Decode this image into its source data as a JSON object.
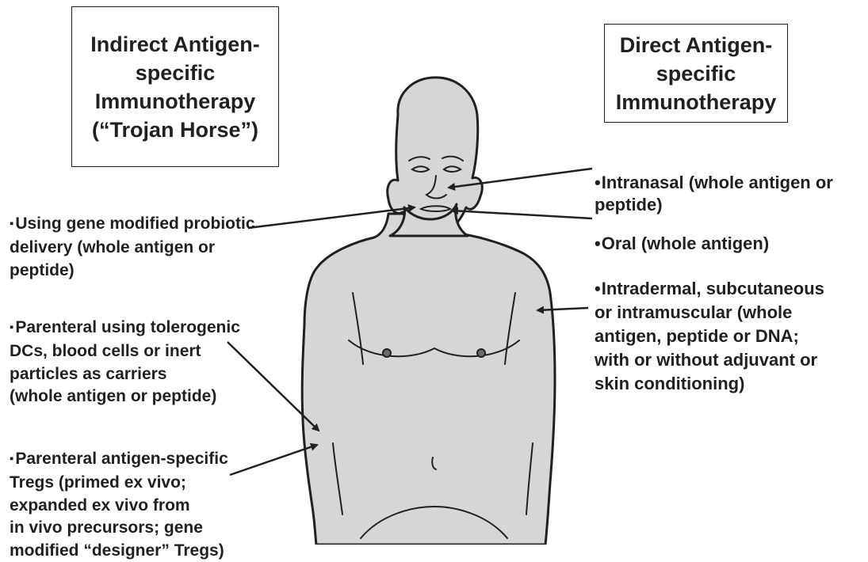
{
  "headings": {
    "indirect": "Indirect Antigen-\nspecific\nImmunotherapy\n(“Trojan Horse”)",
    "direct": "Direct Antigen-\nspecific\nImmunotherapy"
  },
  "indirect_items": [
    {
      "marker": "▪",
      "text": "Using gene modified probiotic\ndelivery (whole antigen or\npeptide)"
    },
    {
      "marker": "▪",
      "text": "Parenteral using tolerogenic\nDCs, blood cells or inert\nparticles as carriers\n(whole antigen or peptide)"
    },
    {
      "marker": "▪",
      "text": "Parenteral antigen-specific\nTregs (primed ex vivo;\nexpanded ex vivo from\nin vivo precursors; gene\nmodified “designer” Tregs)"
    }
  ],
  "direct_items": [
    {
      "marker": "•",
      "text": "Intranasal (whole antigen or\npeptide)"
    },
    {
      "marker": "•",
      "text": "Oral (whole antigen)"
    },
    {
      "marker": "•",
      "text": "Intradermal, subcutaneous\nor intramuscular (whole\nantigen, peptide or DNA;\nwith or without adjuvant or\nskin conditioning)"
    }
  ],
  "icons": {
    "figure": "human-torso-icon"
  },
  "colors": {
    "text": "#231f20",
    "skin": "#d6d6d6",
    "outline": "#231f20"
  }
}
